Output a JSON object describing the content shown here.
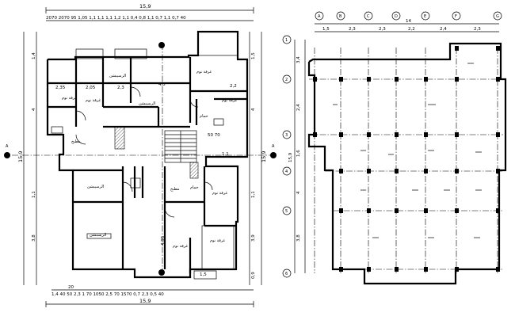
{
  "left_plan": {
    "overall_top": "15,9",
    "overall_bottom": "15,9",
    "top_chain": "2070 2070 95 1,05 1,1 1,1 1,1 1,2 1,1 0,4 0,8 1,1 0,7 1,1 0,7 40",
    "bottom_chain": "1,4 40 50 2,3 1 70 1050 2,5 70 1570 0,7 2,3 0,5 40",
    "bottom_extra": "20",
    "left_side": [
      "15,9",
      "3,8",
      "1,1",
      "4",
      "1,4"
    ],
    "right_side": [
      "15,9",
      "3,9",
      "0,9",
      "1,1",
      "4",
      "1,5"
    ],
    "interior_dims": [
      "2,35",
      "2,05",
      "2,3",
      "4,5",
      "2,2",
      "50 70",
      "1,1",
      "4,95",
      "1,5"
    ],
    "room_labels": [
      "غرفة نوم",
      "غرفة نوم",
      "الرسيبشن",
      "غرفة نوم",
      "حمام",
      "مطبخ",
      "الرسيبشن",
      "غرفة نوم",
      "مطبخ",
      "حمام",
      "الرسيبشن",
      "غرفة نوم",
      "غرفة نوم",
      "الريسبشن",
      "غرفة نوم"
    ]
  },
  "right_plan": {
    "top_total": "14",
    "top_chain": [
      "1,5",
      "2,3",
      "2,3",
      "2,2",
      "2,4",
      "2,3"
    ],
    "axes_top": [
      "A",
      "B",
      "C",
      "D",
      "E",
      "F",
      "G"
    ],
    "axes_left": [
      "1",
      "2",
      "3",
      "4",
      "5",
      "6"
    ],
    "left_dims": [
      "3,8",
      "4",
      "1,6",
      "2,4",
      "3,4"
    ],
    "left_total": "15,9"
  },
  "section_marks": [
    "A",
    "A"
  ]
}
